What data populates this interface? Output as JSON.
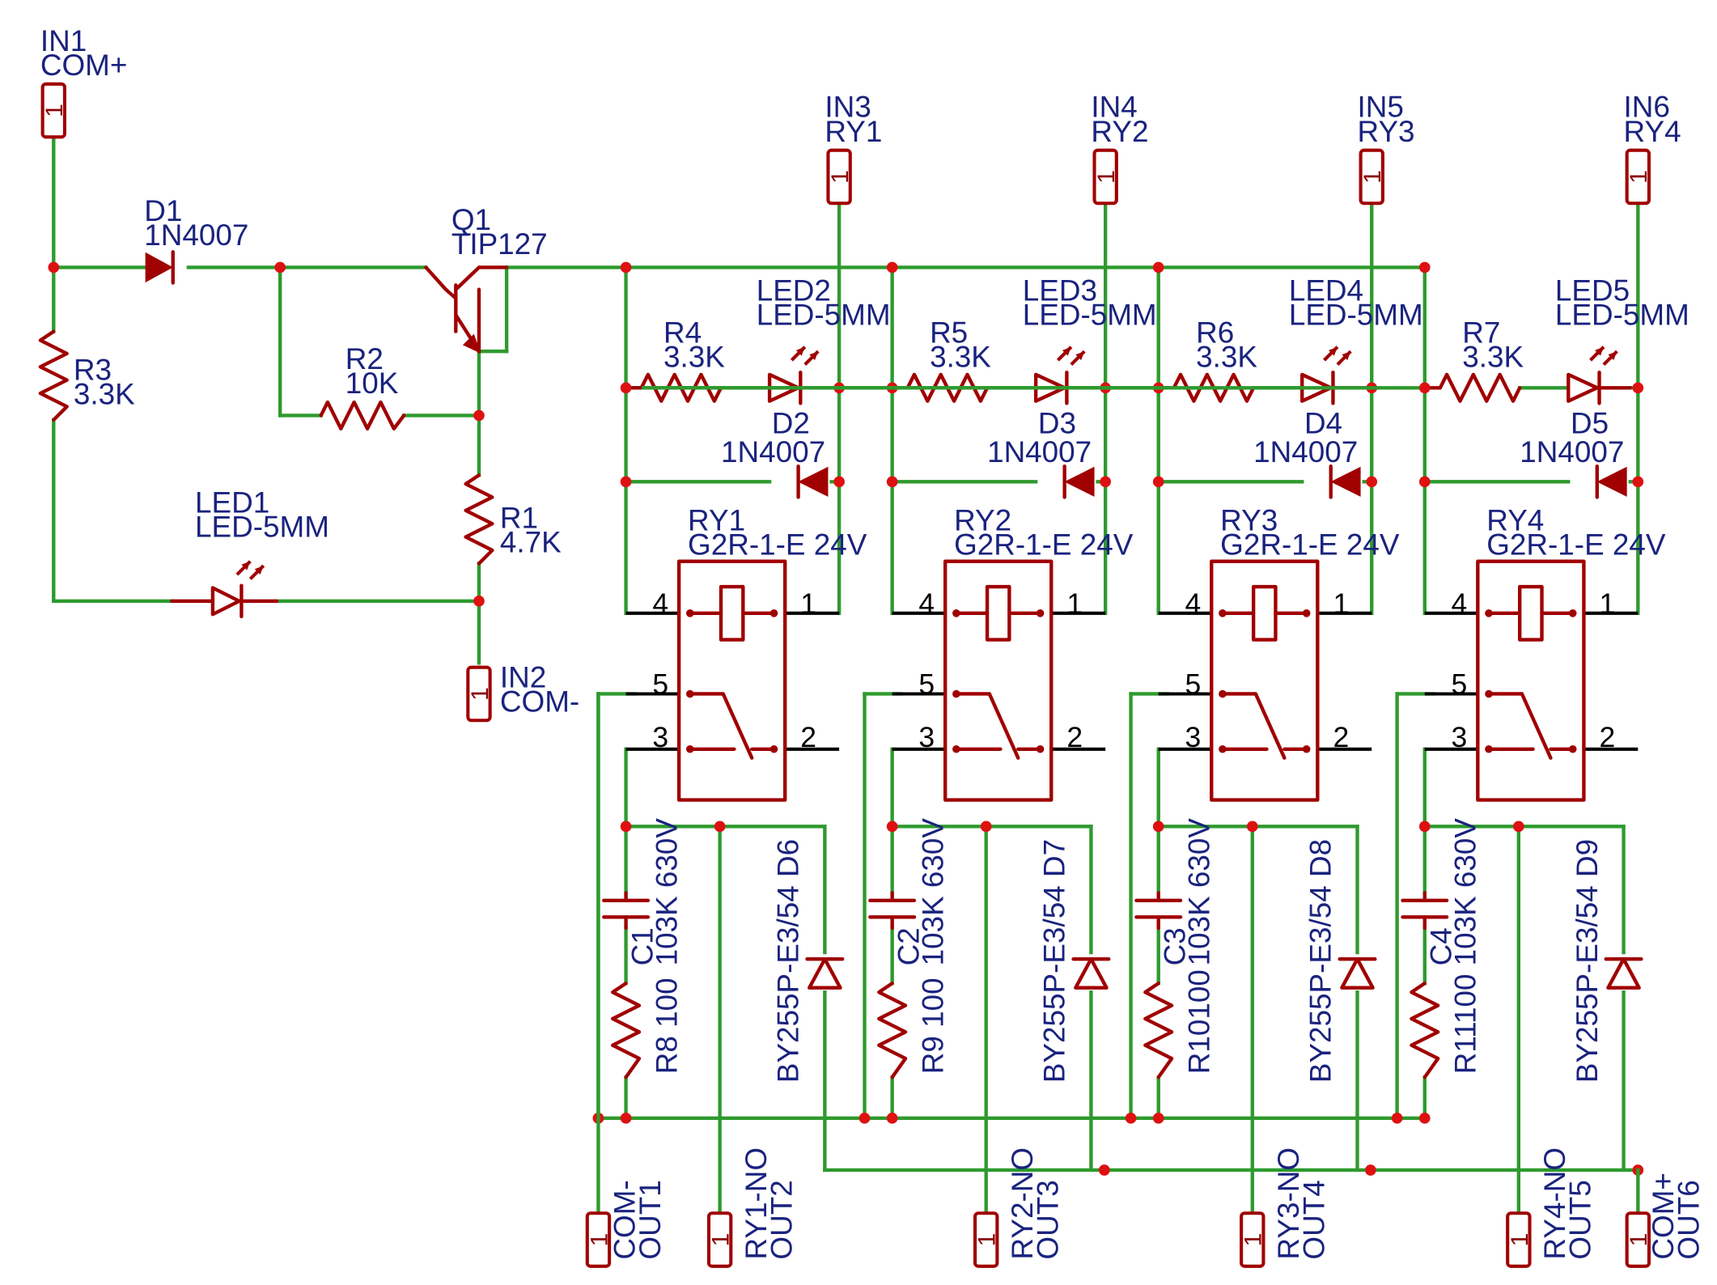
{
  "colors": {
    "wire": "#2e9a2e",
    "component": "#a00000",
    "label": "#1a237e",
    "junction": "#dd1111"
  },
  "connectors": {
    "in1": {
      "name": "IN1",
      "value": "COM+",
      "pin": "1"
    },
    "in2": {
      "name": "IN2",
      "value": "COM-",
      "pin": "1"
    },
    "in3": {
      "name": "IN3",
      "value": "RY1",
      "pin": "1"
    },
    "in4": {
      "name": "IN4",
      "value": "RY2",
      "pin": "1"
    },
    "in5": {
      "name": "IN5",
      "value": "RY3",
      "pin": "1"
    },
    "in6": {
      "name": "IN6",
      "value": "RY4",
      "pin": "1"
    },
    "out1": {
      "name": "OUT1",
      "value": "COM-",
      "pin": "1"
    },
    "out2": {
      "name": "OUT2",
      "value": "RY1-NO",
      "pin": "1"
    },
    "out3": {
      "name": "OUT3",
      "value": "RY2-NO",
      "pin": "1"
    },
    "out4": {
      "name": "OUT4",
      "value": "RY3-NO",
      "pin": "1"
    },
    "out5": {
      "name": "OUT5",
      "value": "RY4-NO",
      "pin": "1"
    },
    "out6": {
      "name": "OUT6",
      "value": "COM+",
      "pin": "1"
    }
  },
  "components": {
    "d1": {
      "name": "D1",
      "value": "1N4007"
    },
    "q1": {
      "name": "Q1",
      "value": "TIP127"
    },
    "r1": {
      "name": "R1",
      "value": "4.7K"
    },
    "r2": {
      "name": "R2",
      "value": "10K"
    },
    "r3": {
      "name": "R3",
      "value": "3.3K"
    },
    "led1": {
      "name": "LED1",
      "value": "LED-5MM"
    }
  },
  "channels": [
    {
      "relay": "RY1",
      "relay_value": "G2R-1-E 24V",
      "led": "LED2",
      "led_value": "LED-5MM",
      "resistor": "R4",
      "resistor_value": "3.3K",
      "diode": "D2",
      "diode_value": "1N4007",
      "cap": "C1",
      "cap_value": "103K 630V",
      "snub_res": "R8  100",
      "tvs": "BY255P-E3/54 D6",
      "relay_pins": [
        "4",
        "1",
        "5",
        "3",
        "2"
      ]
    },
    {
      "relay": "RY2",
      "relay_value": "G2R-1-E 24V",
      "led": "LED3",
      "led_value": "LED-5MM",
      "resistor": "R5",
      "resistor_value": "3.3K",
      "diode": "D3",
      "diode_value": "1N4007",
      "cap": "C2",
      "cap_value": "103K 630V",
      "snub_res": "R9  100",
      "tvs": "BY255P-E3/54 D7",
      "relay_pins": [
        "4",
        "1",
        "5",
        "3",
        "2"
      ]
    },
    {
      "relay": "RY3",
      "relay_value": "G2R-1-E 24V",
      "led": "LED4",
      "led_value": "LED-5MM",
      "resistor": "R6",
      "resistor_value": "3.3K",
      "diode": "D4",
      "diode_value": "1N4007",
      "cap": "C3",
      "cap_value": "103K 630V",
      "snub_res": "R10100",
      "tvs": "BY255P-E3/54 D8",
      "relay_pins": [
        "4",
        "1",
        "5",
        "3",
        "2"
      ]
    },
    {
      "relay": "RY4",
      "relay_value": "G2R-1-E 24V",
      "led": "LED5",
      "led_value": "LED-5MM",
      "resistor": "R7",
      "resistor_value": "3.3K",
      "diode": "D5",
      "diode_value": "1N4007",
      "cap": "C4",
      "cap_value": "103K 630V",
      "snub_res": "R11100",
      "tvs": "BY255P-E3/54 D9",
      "relay_pins": [
        "4",
        "1",
        "5",
        "3",
        "2"
      ]
    }
  ]
}
